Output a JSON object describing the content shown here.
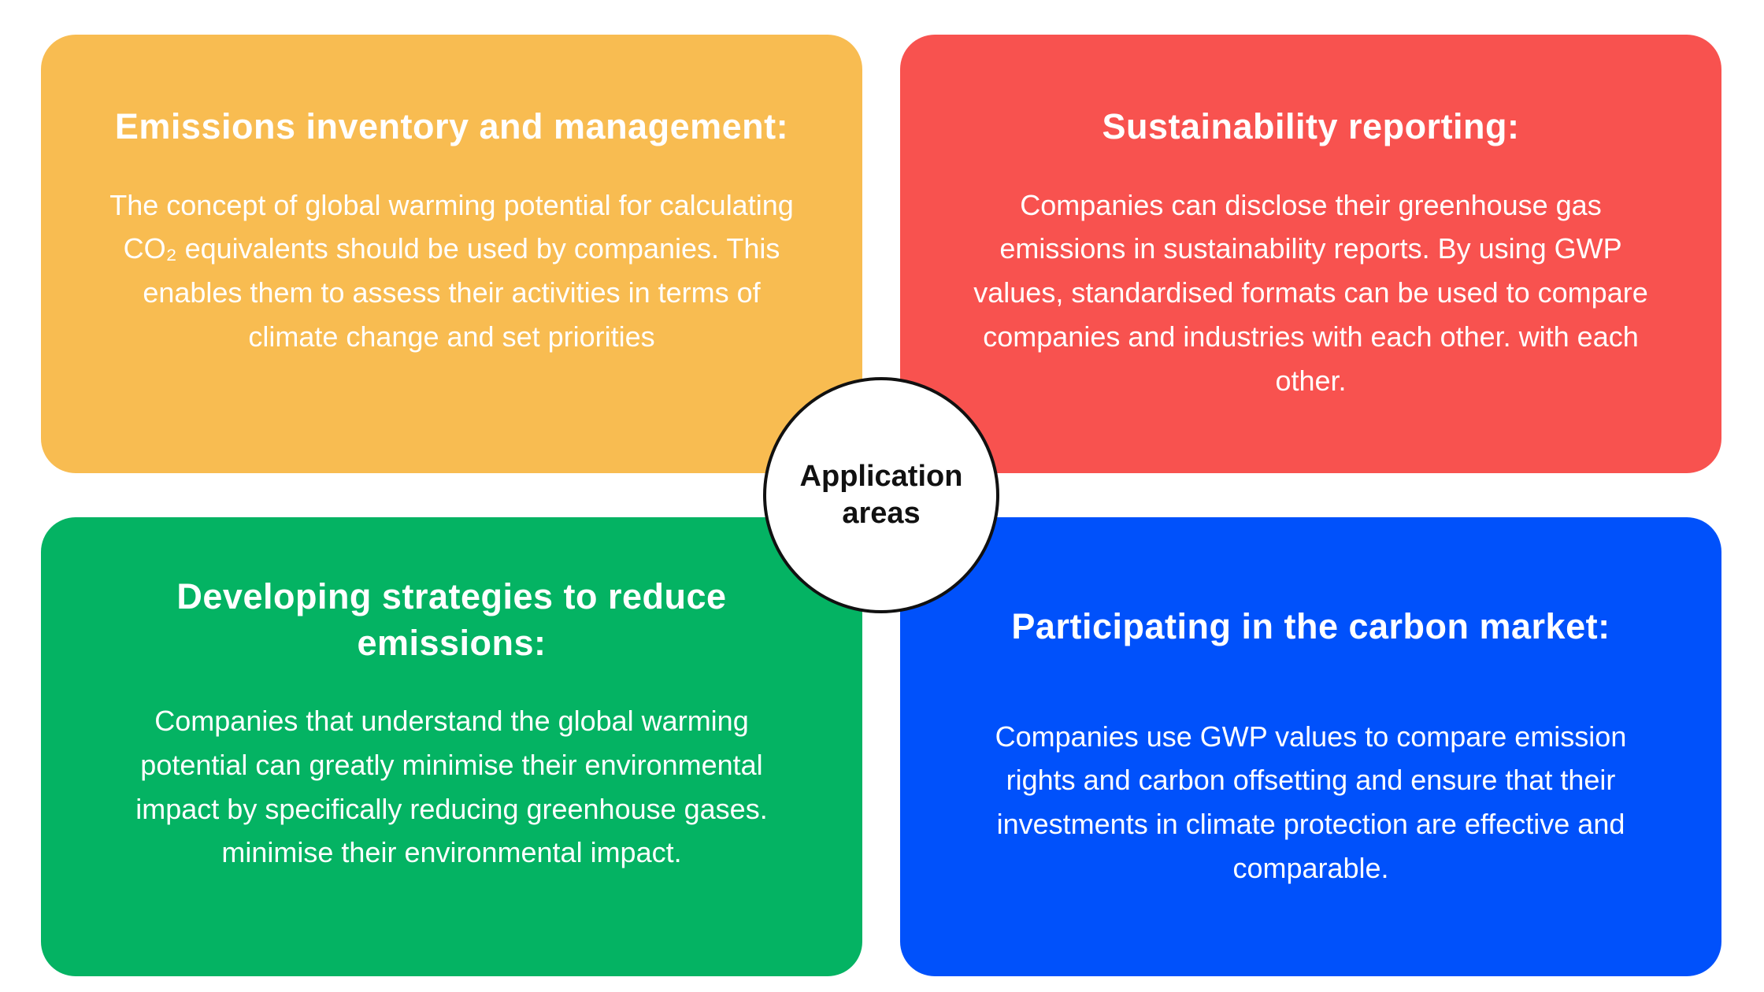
{
  "center": {
    "label": "Application areas"
  },
  "cards": [
    {
      "id": "emissions-inventory",
      "color": "#F8BC51",
      "title": "Emissions inventory and management:",
      "body": "The concept of global warming potential for calculating CO₂ equivalents should be used by companies. This enables them to assess their activities in terms of climate change and set priorities"
    },
    {
      "id": "sustainability-reporting",
      "color": "#F8524F",
      "title": "Sustainability reporting:",
      "body": "Companies can disclose their greenhouse gas emissions in sustainability reports. By using GWP values, standardised formats can be used to compare companies and industries with each other. with each other."
    },
    {
      "id": "developing-strategies",
      "color": "#04B363",
      "title": "Developing strategies to reduce emissions:",
      "body": "Companies that understand the global warming potential can greatly minimise their environmental impact by specifically reducing greenhouse gases. minimise their environmental impact."
    },
    {
      "id": "carbon-market",
      "color": "#0051FB",
      "title": "Participating in the carbon market:",
      "body": "Companies use GWP values to compare emission rights and carbon offsetting and ensure that their investments in climate protection are effective and comparable."
    }
  ]
}
